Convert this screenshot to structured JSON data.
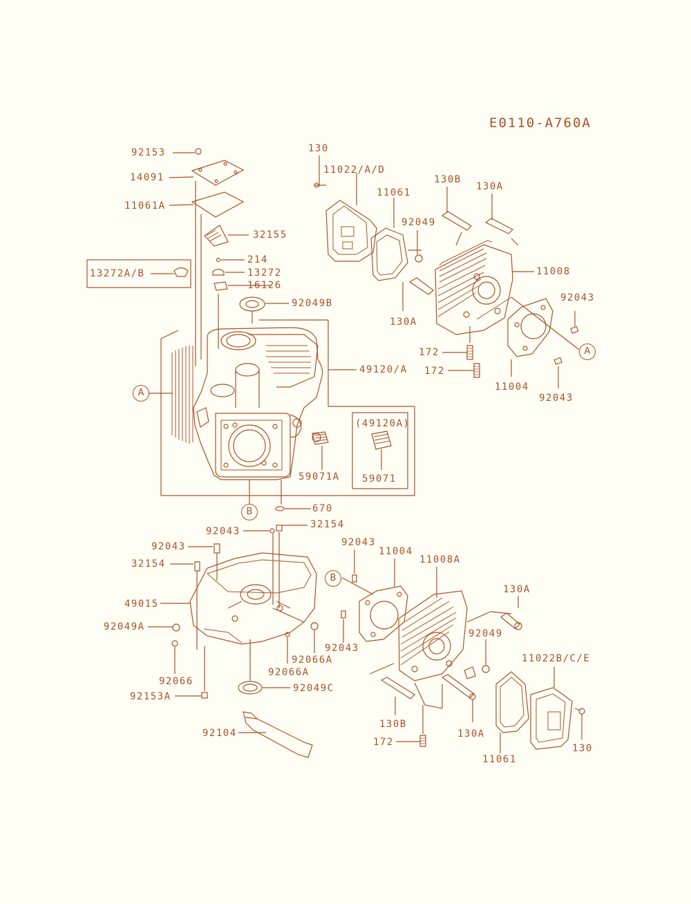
{
  "diagram_code": "E0110-A760A",
  "colors": {
    "line": "#a7512c",
    "background": "#fffef4"
  },
  "labels": {
    "p92153": "92153",
    "p14091": "14091",
    "p11061A": "11061A",
    "p32155": "32155",
    "p13272AB": "13272A/B",
    "p214": "214",
    "p13272": "13272",
    "p16126": "16126",
    "p92049B": "92049B",
    "p49120A": "49120/A",
    "p49120A_paren": "(49120A)",
    "p59071": "59071",
    "p59071A": "59071A",
    "p670": "670",
    "p130_top": "130",
    "p11022AD": "11022/A/D",
    "p11061_top": "11061",
    "p130B_top": "130B",
    "p130A_top": "130A",
    "p92049_top": "92049",
    "p11008": "11008",
    "p130A_mid": "130A",
    "p92043_right": "92043",
    "p172_a": "172",
    "p172_b": "172",
    "p11004_top": "11004",
    "p92043_right2": "92043",
    "p92043_mid": "92043",
    "p32154_mid": "32154",
    "p92043_left": "92043",
    "p32154_left": "32154",
    "p49015": "49015",
    "p92049A": "92049A",
    "p92066": "92066",
    "p92153A": "92153A",
    "p92066A_1": "92066A",
    "p92066A_2": "92066A",
    "p92049C": "92049C",
    "p92104": "92104",
    "p92043_bot": "92043",
    "p11004_bot": "11004",
    "p11008A": "11008A",
    "p92043_bot2": "92043",
    "p130A_bot1": "130A",
    "p92049_bot": "92049",
    "p11022BCE": "11022B/C/E",
    "p130B_bot": "130B",
    "p172_bot": "172",
    "p130A_bot2": "130A",
    "p11061_bot": "11061",
    "p130_bot": "130"
  },
  "callouts": {
    "A_left": "A",
    "A_right": "A",
    "B_block": "B",
    "B_bottom": "B"
  }
}
